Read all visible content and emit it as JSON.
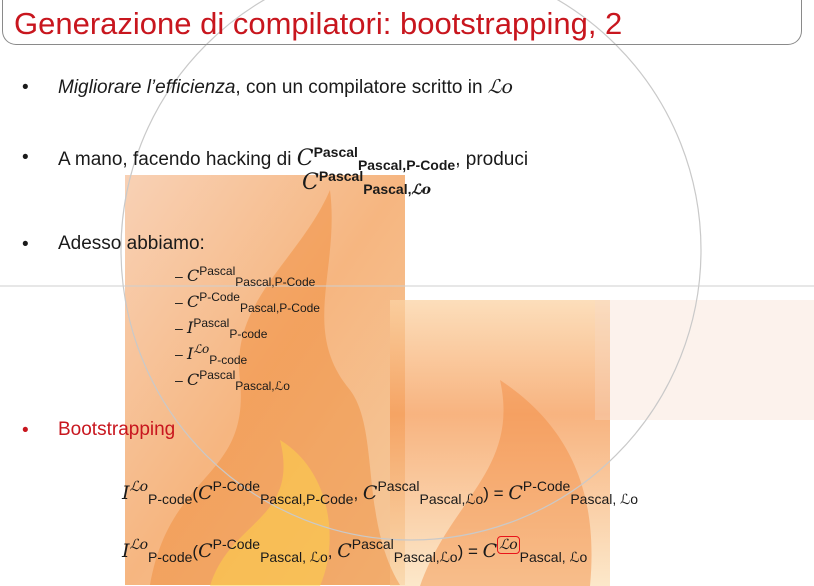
{
  "title": "Generazione di compilatori: bootstrapping, 2",
  "bullet_char": "•",
  "dash_char": "–",
  "b1": {
    "italic": "Migliorare l’efficienza",
    "rest": ", con un compilatore scritto in ",
    "lang": "ℒo"
  },
  "b2": {
    "prefix": "A mano, facendo hacking di ",
    "C": "C",
    "sup1": "Pascal",
    "sub1": "Pascal,P-Code",
    "suffix": ", produci",
    "sup2": "Pascal",
    "sub2": "Pascal,"
  },
  "b3": "Adesso abbiamo:",
  "items": [
    {
      "sym": "C",
      "sup": "Pascal",
      "sub": "Pascal,P-Code"
    },
    {
      "sym": "C",
      "sup": "P-Code",
      "sub": "Pascal,P-Code"
    },
    {
      "sym": "I",
      "sup": "Pascal",
      "sub": "P-code"
    },
    {
      "sym": "I",
      "sup": "ℒo",
      "sub": "P-code"
    },
    {
      "sym": "C",
      "sup": "Pascal",
      "sub": "Pascal,ℒo"
    }
  ],
  "b4": "Bootstrapping",
  "f1": {
    "I_sup": "ℒo",
    "I_sub": "P-code",
    "a_sup": "P-Code",
    "a_sub": "Pascal,P-Code",
    "b_sup": "Pascal",
    "b_sub": "Pascal,ℒo",
    "r_sup": "P-Code",
    "r_sub": "Pascal, ℒo"
  },
  "f2": {
    "I_sup": "ℒo",
    "I_sub": "P-code",
    "a_sup": "P-Code",
    "a_sub": "Pascal, ℒo",
    "b_sup": "Pascal",
    "b_sub": "Pascal,ℒo",
    "r_sup": "ℒo",
    "r_sub": "Pascal, ℒo"
  },
  "colors": {
    "title": "#c8161e",
    "highlight": "#e8141b"
  }
}
